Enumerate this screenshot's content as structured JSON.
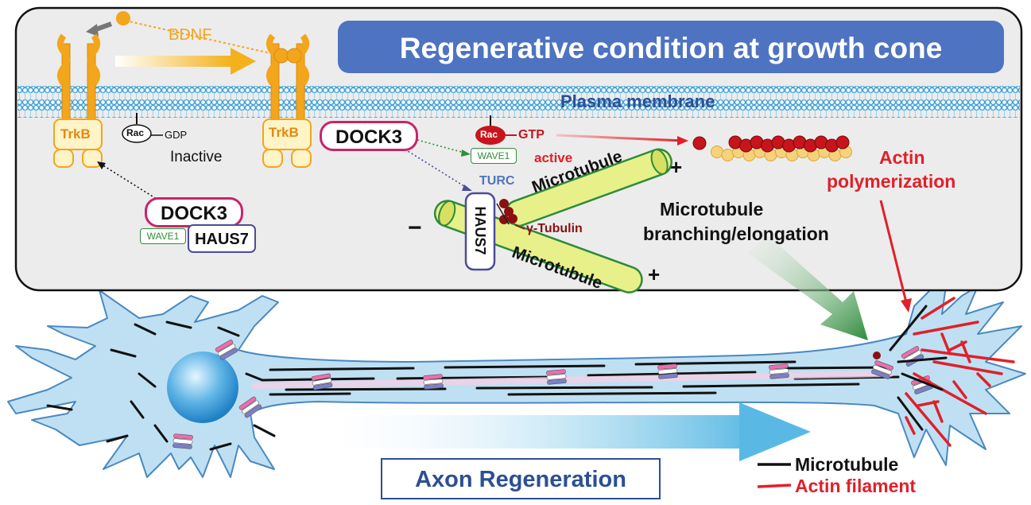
{
  "title": "Regenerative condition at growth cone",
  "membrane": {
    "label": "Plasma membrane"
  },
  "ligand": {
    "label": "BDNF"
  },
  "receptor_left": {
    "label": "TrkB"
  },
  "receptor_right": {
    "label": "TrkB"
  },
  "rac_inactive": {
    "rac": "Rac",
    "gdp": "GDP",
    "state": "Inactive"
  },
  "rac_active": {
    "rac": "Rac",
    "gtp": "GTP",
    "state": "active"
  },
  "complex_left": {
    "dock": "DOCK3",
    "wave": "WAVE1",
    "haus": "HAUS7"
  },
  "complex_mid": {
    "dock": "DOCK3",
    "wave": "WAVE1"
  },
  "turc": "TURC",
  "haus7_vertical": "HAUS7",
  "gamma_tubulin": "γ-Tubulin",
  "microtubule_upper": {
    "label": "Microtubule",
    "end": "+"
  },
  "microtubule_lower": {
    "label": "Microtubule",
    "end": "+",
    "minus": "−"
  },
  "process_mt": {
    "line1": "Microtubule",
    "line2": "branching/elongation"
  },
  "process_actin": {
    "line1": "Actin",
    "line2": "polymerization"
  },
  "axon_regeneration": "Axon Regeneration",
  "legend": [
    {
      "label": "Microtubule",
      "color": "#111111"
    },
    {
      "label": "Actin filament",
      "color": "#e0202a"
    }
  ],
  "colors": {
    "panel_bg": "#ececec",
    "title_bg": "#4e73c0",
    "membrane": "#3aa0d8",
    "trkb": "#f3a51b",
    "dock_border": "#c8246c",
    "haus_border": "#4e4a9e",
    "wave_border": "#2f8f3a",
    "rac_red": "#c8141c",
    "microtubule_fill": "#e8f08a",
    "actin_red": "#e0202a",
    "neuron_fill": "#bfe0f3",
    "neuron_stroke": "#4a89bf",
    "arrow_green": "#2e8b3c",
    "arrow_blue": "#5ab9e4"
  }
}
